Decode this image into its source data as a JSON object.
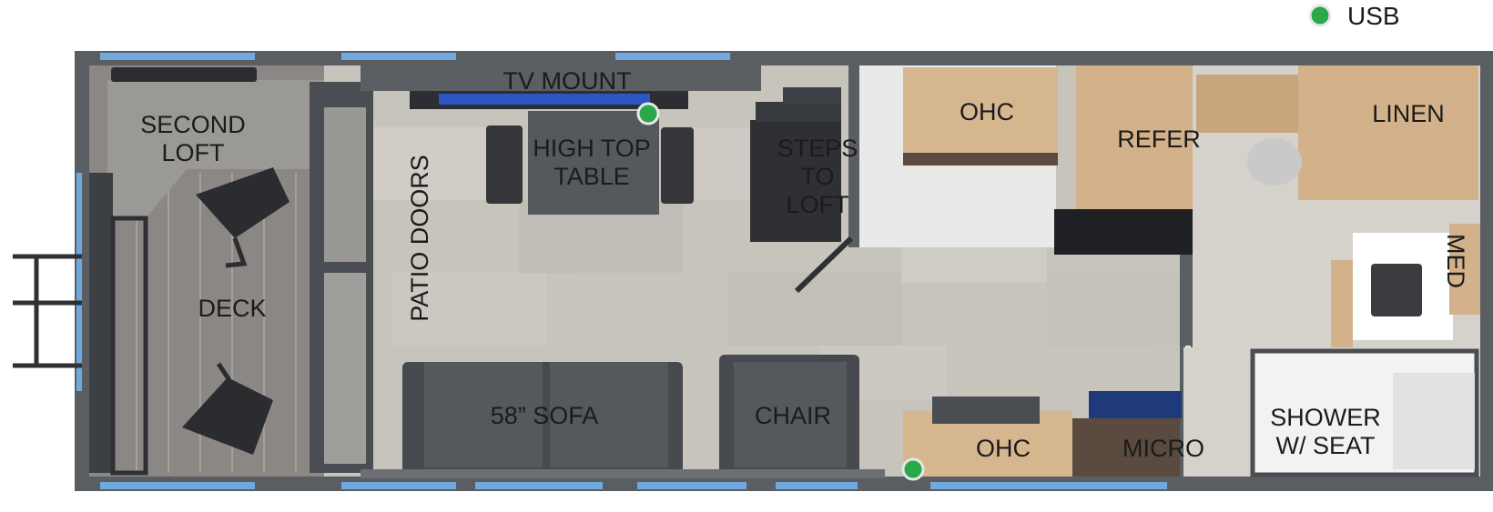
{
  "legend": {
    "usb_label": "USB",
    "usb_color": "#2aa84a"
  },
  "colors": {
    "wall": "#55595e",
    "floor": "#c9c6bf",
    "window": "#6fa9de",
    "wood": "#d5b48d",
    "dark_furniture": "#44474c",
    "cabinet_dark": "#5a4a3f",
    "deck_floor": "#8d8a86",
    "loft_carpet": "#9a9894"
  },
  "rooms": {
    "second_loft": "SECOND\nLOFT",
    "deck": "DECK",
    "patio_doors": "PATIO DOORS",
    "tv_mount": "TV MOUNT",
    "high_top_table": "HIGH TOP\nTABLE",
    "steps_to_loft": "STEPS\nTO\nLOFT",
    "ohc_upper": "OHC",
    "refer": "REFER",
    "linen": "LINEN",
    "med": "MED",
    "sofa": "58” SOFA",
    "chair": "CHAIR",
    "ohc_lower": "OHC",
    "micro": "MICRO",
    "shower": "SHOWER\nW/ SEAT"
  }
}
